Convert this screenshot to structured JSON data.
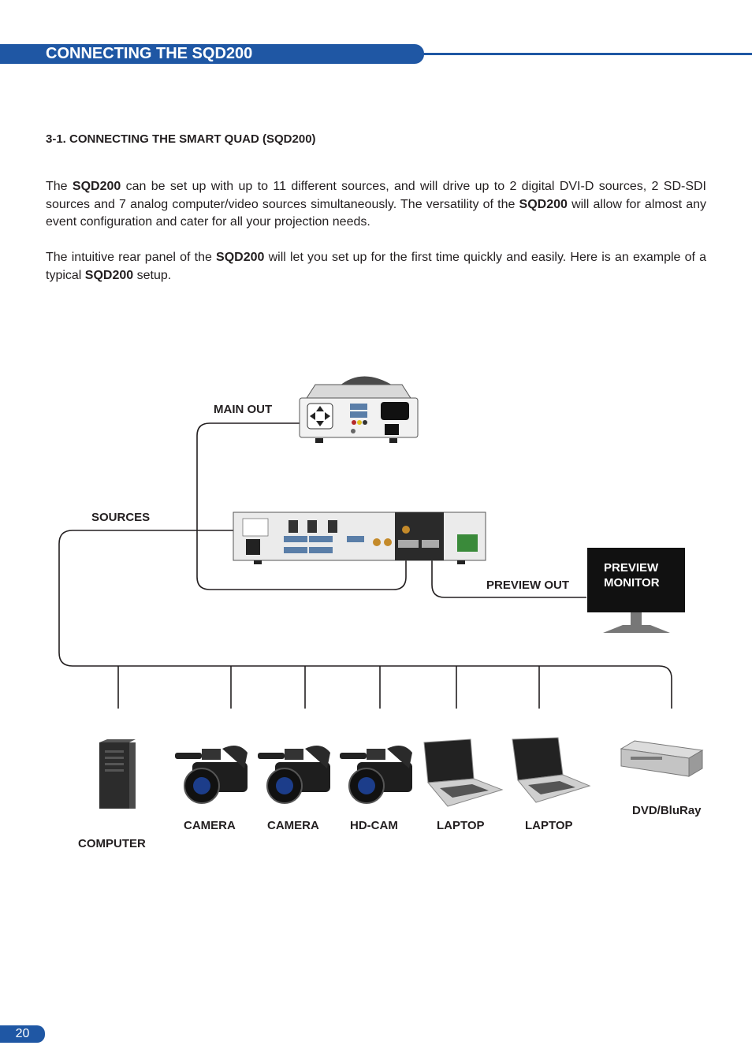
{
  "header": {
    "title": "CONNECTING THE SQD200"
  },
  "section": {
    "title": "3-1. CONNECTING THE SMART QUAD (SQD200)"
  },
  "paragraph1": {
    "t1": "The ",
    "b1": "SQD200",
    "t2": " can be set up with up to 11 different sources, and will drive up to 2 digital DVI-D sources, 2 SD-SDI sources and 7 analog computer/video sources simultaneously. The versatility of the ",
    "b2": "SQD200",
    "t3": " will allow for almost any event configuration and cater for all your projection needs."
  },
  "paragraph2": {
    "t1": "The intuitive rear panel of the ",
    "b1": "SQD200",
    "t2": " will let you set up for the first time quickly and easily. Here is an example of a typical ",
    "b2": "SQD200",
    "t3": " setup."
  },
  "diagram": {
    "main_out": "MAIN OUT",
    "sources": "SOURCES",
    "preview_out": "PREVIEW OUT",
    "preview_monitor_1": "PREVIEW",
    "preview_monitor_2": "MONITOR",
    "devices": {
      "computer": "COMPUTER",
      "camera_1": "CAMERA",
      "camera_2": "CAMERA",
      "hd_cam": "HD-CAM",
      "laptop_1": "LAPTOP",
      "laptop_2": "LAPTOP",
      "dvd": "DVD/BluRay"
    }
  },
  "footer": {
    "page_number": "20"
  },
  "colors": {
    "accent": "#1f57a4"
  }
}
